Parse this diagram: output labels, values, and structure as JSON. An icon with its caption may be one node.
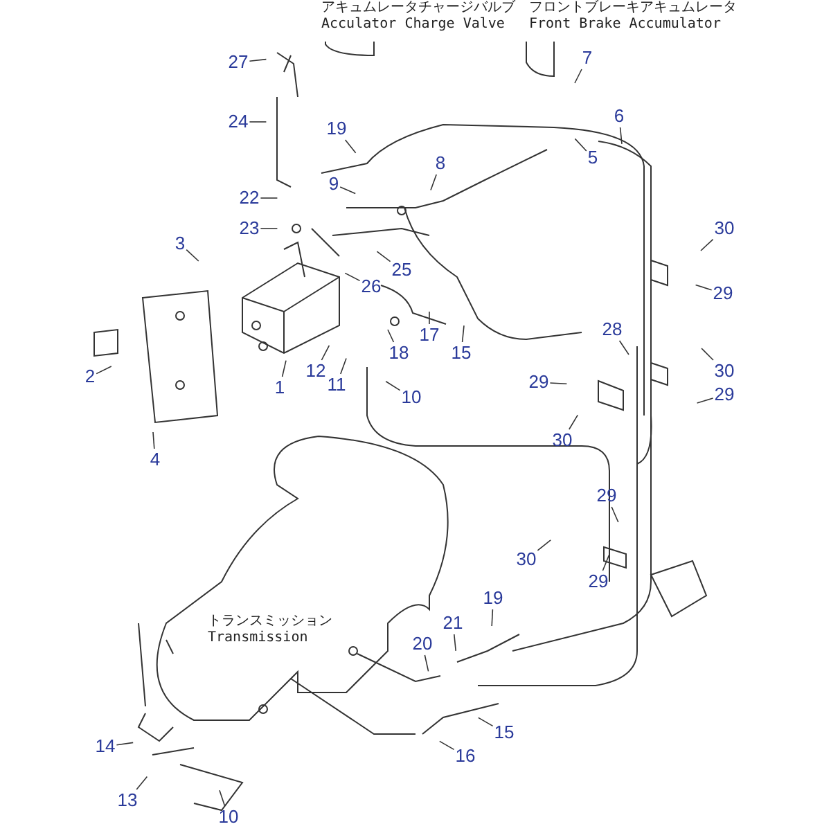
{
  "diagram": {
    "nodes": [
      {
        "text": [
          "アキュムレータチャージバルブ",
          "Acculator Charge Valve"
        ]
      },
      {
        "text": [
          "フロントブレーキアキュムレータ",
          "Front Brake Accumulator"
        ]
      },
      {
        "text": [
          "27"
        ]
      },
      {
        "text": [
          "7"
        ]
      },
      {
        "text": [
          "6"
        ]
      },
      {
        "text": [
          "24"
        ]
      },
      {
        "text": [
          "19"
        ]
      },
      {
        "text": [
          "5"
        ]
      },
      {
        "text": [
          "8"
        ]
      },
      {
        "text": [
          "9"
        ]
      },
      {
        "text": [
          "22"
        ]
      },
      {
        "text": [
          "23"
        ]
      },
      {
        "text": [
          "30"
        ]
      },
      {
        "text": [
          "3"
        ]
      },
      {
        "text": [
          "25"
        ]
      },
      {
        "text": [
          "26"
        ]
      },
      {
        "text": [
          "29"
        ]
      },
      {
        "text": [
          "28"
        ]
      },
      {
        "text": [
          "17"
        ]
      },
      {
        "text": [
          "18"
        ]
      },
      {
        "text": [
          "15"
        ]
      },
      {
        "text": [
          "12"
        ]
      },
      {
        "text": [
          "2"
        ]
      },
      {
        "text": [
          "30"
        ]
      },
      {
        "text": [
          "1"
        ]
      },
      {
        "text": [
          "11"
        ]
      },
      {
        "text": [
          "29"
        ]
      },
      {
        "text": [
          "29"
        ]
      },
      {
        "text": [
          "10"
        ]
      },
      {
        "text": [
          "30"
        ]
      },
      {
        "text": [
          "4"
        ]
      },
      {
        "text": [
          "29"
        ]
      },
      {
        "text": [
          "30"
        ]
      },
      {
        "text": [
          "29"
        ]
      },
      {
        "text": [
          "19"
        ]
      },
      {
        "text": [
          "トランスミッション",
          "Transmission"
        ]
      },
      {
        "text": [
          "21"
        ]
      },
      {
        "text": [
          "20"
        ]
      },
      {
        "text": [
          "15"
        ]
      },
      {
        "text": [
          "16"
        ]
      },
      {
        "text": [
          "14"
        ]
      },
      {
        "text": [
          "13"
        ]
      },
      {
        "text": [
          "10"
        ]
      }
    ],
    "edges": [
      {
        "from": 2,
        "to": null,
        "arrow": "none"
      },
      {
        "from": 3,
        "to": null,
        "arrow": "none"
      },
      {
        "from": 4,
        "to": null,
        "arrow": "none"
      },
      {
        "from": 5,
        "to": null,
        "arrow": "none"
      },
      {
        "from": 6,
        "to": null,
        "arrow": "none"
      },
      {
        "from": 7,
        "to": null,
        "arrow": "none"
      },
      {
        "from": 8,
        "to": null,
        "arrow": "none"
      },
      {
        "from": 9,
        "to": null,
        "arrow": "none"
      },
      {
        "from": 10,
        "to": null,
        "arrow": "none"
      },
      {
        "from": 11,
        "to": null,
        "arrow": "none"
      },
      {
        "from": 12,
        "to": null,
        "arrow": "none"
      },
      {
        "from": 13,
        "to": null,
        "arrow": "none"
      },
      {
        "from": 14,
        "to": null,
        "arrow": "none"
      },
      {
        "from": 15,
        "to": null,
        "arrow": "none"
      },
      {
        "from": 16,
        "to": null,
        "arrow": "none"
      },
      {
        "from": 17,
        "to": null,
        "arrow": "none"
      },
      {
        "from": 18,
        "to": null,
        "arrow": "none"
      },
      {
        "from": 19,
        "to": null,
        "arrow": "none"
      },
      {
        "from": 20,
        "to": null,
        "arrow": "none"
      },
      {
        "from": 21,
        "to": null,
        "arrow": "none"
      },
      {
        "from": 22,
        "to": null,
        "arrow": "none"
      },
      {
        "from": 23,
        "to": null,
        "arrow": "none"
      },
      {
        "from": 24,
        "to": null,
        "arrow": "none"
      },
      {
        "from": 25,
        "to": null,
        "arrow": "none"
      },
      {
        "from": 26,
        "to": null,
        "arrow": "none"
      },
      {
        "from": 27,
        "to": null,
        "arrow": "none"
      },
      {
        "from": 28,
        "to": null,
        "arrow": "none"
      },
      {
        "from": 29,
        "to": null,
        "arrow": "none"
      },
      {
        "from": 30,
        "to": null,
        "arrow": "none"
      },
      {
        "from": 31,
        "to": null,
        "arrow": "none"
      },
      {
        "from": 32,
        "to": null,
        "arrow": "none"
      },
      {
        "from": 33,
        "to": null,
        "arrow": "none"
      },
      {
        "from": 34,
        "to": null,
        "arrow": "none"
      },
      {
        "from": 36,
        "to": null,
        "arrow": "none"
      },
      {
        "from": 37,
        "to": null,
        "arrow": "none"
      },
      {
        "from": 38,
        "to": null,
        "arrow": "none"
      },
      {
        "from": 39,
        "to": null,
        "arrow": "none"
      },
      {
        "from": 40,
        "to": null,
        "arrow": "none"
      },
      {
        "from": 41,
        "to": null,
        "arrow": "none"
      },
      {
        "from": 42,
        "to": null,
        "arrow": "none"
      }
    ]
  }
}
